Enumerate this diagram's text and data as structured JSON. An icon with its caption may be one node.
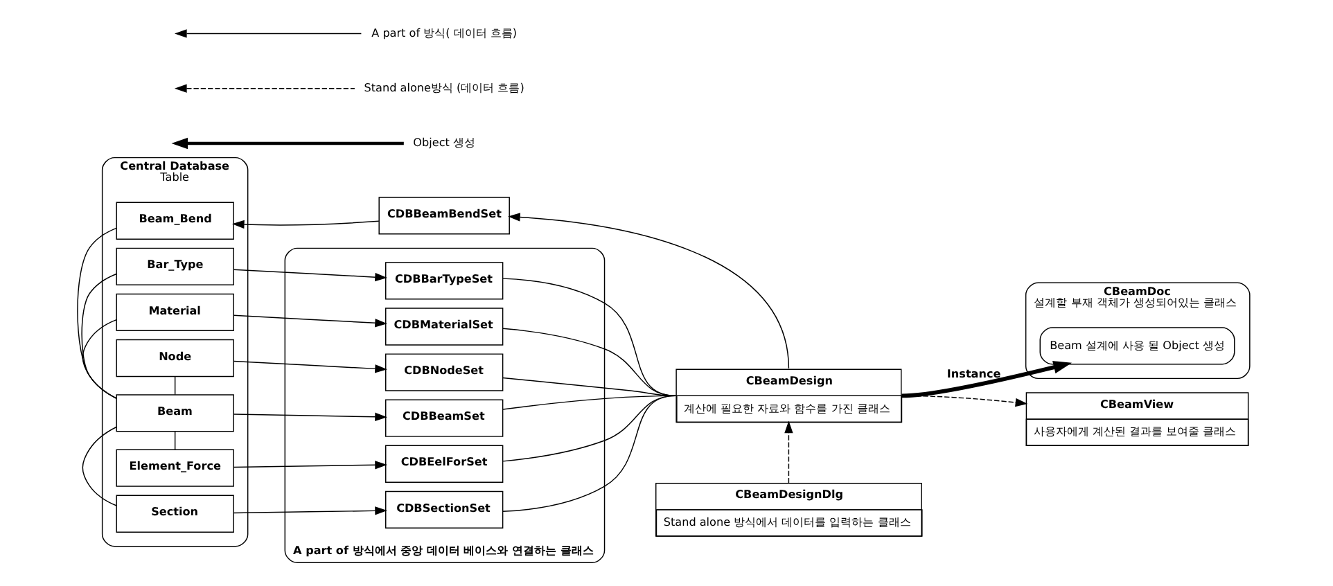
{
  "diagram": {
    "nodes": [
      {
        "text": [
          "Central Database",
          "Table"
        ]
      },
      {
        "text": [
          "Beam_Bend"
        ],
        "in": 0
      },
      {
        "text": [
          "Beam"
        ],
        "in": 0
      },
      {
        "text": [
          "Material"
        ],
        "in": 0
      },
      {
        "text": [
          "Section"
        ],
        "in": 0
      },
      {
        "text": [
          "Node"
        ],
        "in": 0
      },
      {
        "text": [
          "Element_Force"
        ],
        "in": 0
      },
      {
        "text": [
          "Bar_Type"
        ],
        "in": 0
      },
      {
        "text": [
          "CDBBeamBendSet"
        ]
      },
      {
        "text": [
          "A part of 방식에서 중앙 데이터 베이스와 연결하는 클래스"
        ]
      },
      {
        "text": [
          "CDBBeamSet"
        ],
        "in": 9
      },
      {
        "text": [
          "CDBMaterialSet"
        ],
        "in": 9
      },
      {
        "text": [
          "CDBSectionSet"
        ],
        "in": 9
      },
      {
        "text": [
          "CDBNodeSet"
        ],
        "in": 9
      },
      {
        "text": [
          "CDBEelForSet"
        ],
        "in": 9
      },
      {
        "text": [
          "CDBBarTypeSet"
        ],
        "in": 9
      },
      {
        "text": [
          "CBeamDesign",
          "계산에 필요한 자료와 함수를 가진 클래스"
        ]
      },
      {
        "text": [
          "CBeamDoc",
          "설계할 부재 객체가 생성되어있는 클래스"
        ]
      },
      {
        "text": [
          "Beam 설계에 사용 될 Object 생성"
        ],
        "in": 17
      },
      {
        "text": [
          "CBeamDesignDlg",
          "Stand alone 방식에서 데이터를 입력하는 클래스"
        ]
      },
      {
        "text": [
          "CBeamView",
          "사용자에게 계산된 결과를 보여줄 클래스"
        ]
      }
    ],
    "edges": [
      {
        "from": 8,
        "to": 1,
        "arrow": "to"
      },
      {
        "from": 1,
        "to": 2,
        "arrow": "none"
      },
      {
        "from": 2,
        "to": 3,
        "arrow": "none"
      },
      {
        "from": 2,
        "to": 4,
        "arrow": "none"
      },
      {
        "from": 2,
        "to": 5,
        "arrow": "none"
      },
      {
        "from": 2,
        "to": 6,
        "arrow": "none"
      },
      {
        "from": 2,
        "to": 7,
        "arrow": "none"
      },
      {
        "from": 2,
        "to": 10,
        "arrow": "to"
      },
      {
        "from": 3,
        "to": 11,
        "arrow": "to"
      },
      {
        "from": 4,
        "to": 12,
        "arrow": "to"
      },
      {
        "from": 5,
        "to": 13,
        "arrow": "to"
      },
      {
        "from": 6,
        "to": 14,
        "arrow": "to"
      },
      {
        "from": 7,
        "to": 15,
        "arrow": "to"
      },
      {
        "from": 16,
        "to": 8,
        "arrow": "to"
      },
      {
        "from": 10,
        "to": 16,
        "arrow": "none"
      },
      {
        "from": 11,
        "to": 16,
        "arrow": "none"
      },
      {
        "from": 12,
        "to": 16,
        "arrow": "none"
      },
      {
        "from": 13,
        "to": 16,
        "arrow": "none"
      },
      {
        "from": 14,
        "to": 16,
        "arrow": "none"
      },
      {
        "from": 15,
        "to": 16,
        "arrow": "none"
      },
      {
        "from": 16,
        "to": 18,
        "arrow": "to",
        "label": "Instance",
        "style": "thick"
      },
      {
        "from": 19,
        "to": 16,
        "arrow": "to",
        "style": "dashed"
      },
      {
        "from": 16,
        "to": 20,
        "arrow": "to",
        "style": "dashed"
      }
    ],
    "legend": [
      {
        "text": "A part of 방식( 데이터 흐름)"
      },
      {
        "text": "Stand alone방식 (데이터 흐름)"
      },
      {
        "text": "Object 생성"
      }
    ]
  }
}
